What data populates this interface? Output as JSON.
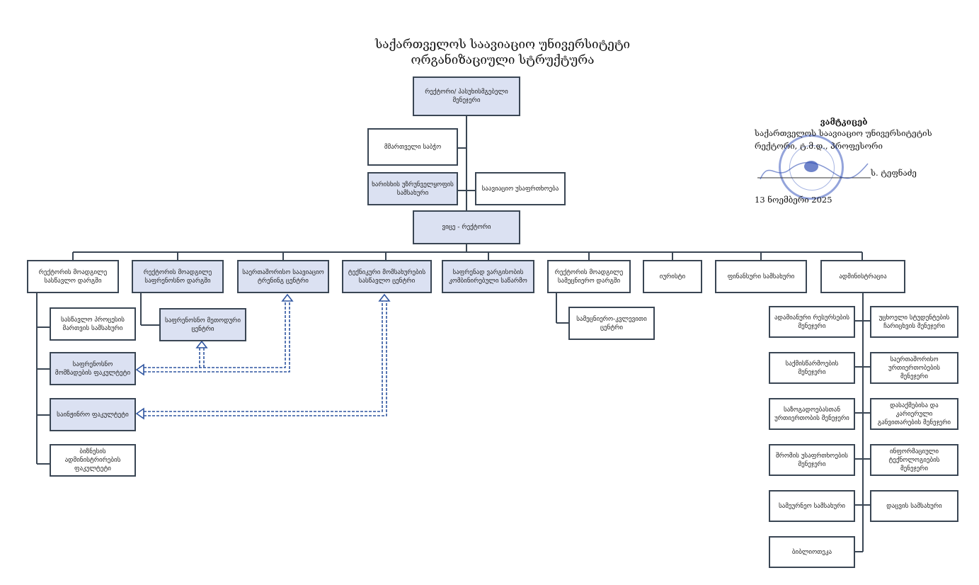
{
  "title": {
    "line1": "საქართველოს საავიაციო უნივერსიტეტი",
    "line2": "ორგანიზაციული სტრუქტურა"
  },
  "approval": {
    "heading": "ვამტკიცებ",
    "line1": "საქართველოს საავიაციო უნივერსიტეტის",
    "line2": "რექტორი, ტ.მ.დ., პროფესორი",
    "signatory": "ს. ტეფნაძე",
    "date": "13 ნოემბერი 2025"
  },
  "nodes": {
    "rector": "რექტორი/ პასუხისმგებელი მენეჯერი",
    "board": "მმართველი საბჭო",
    "quality": "ხარისხის უზრუნველყოფის სამსახური",
    "aviation_safety": "საავიაციო უსაფრთხოება",
    "vice_rector": "ვიცე - რექტორი",
    "level2": [
      {
        "label": "რექტორის მოადგილე სასწავლო დარგში",
        "highlighted": false
      },
      {
        "label": "რექტორის მოადგილე საფრენოსნო დარგში",
        "highlighted": true
      },
      {
        "label": "საერთაშორისო საავიაციო ტრენინგ ცენტრი",
        "highlighted": true
      },
      {
        "label": "ტექნიკური მომსახურების სასწავლო ცენტრი",
        "highlighted": true
      },
      {
        "label": "საფრენად ვარგისობის კომბინირებული საწარმო",
        "highlighted": true
      },
      {
        "label": "რექტორის მოადგილე სამეცნიერო დარგში",
        "highlighted": false
      },
      {
        "label": "იურისტი",
        "highlighted": false
      },
      {
        "label": "ფინანსური სამსახური",
        "highlighted": false
      },
      {
        "label": "ადმინისტრაცია",
        "highlighted": false
      }
    ],
    "education_children": [
      {
        "label": "სასწავლო პროცესის მართვის სამსახური",
        "highlighted": false
      },
      {
        "label": "საფრენოსნო მომზადების ფაკულტეტი",
        "highlighted": true
      },
      {
        "label": "საინჟინრო ფაკულტეტი",
        "highlighted": true
      },
      {
        "label": "ბიზნესის ადმინისტრირების ფაკულტეტი",
        "highlighted": false
      }
    ],
    "flight_method_center": "საფრენოსნო მეთოდური ცენტრი",
    "research_center": "სამეცნიერო-კვლევითი ცენტრი",
    "admin_left": [
      "ადამიანური რესურსების მენეჯერი",
      "საქმისწარმოების მენეჯერი",
      "საზოგადოებასთან ურთიერთობის მენეჯერი",
      "შრომის უსაფრთხოების მენეჯერი",
      "სამეურნეო სამსახური",
      "ბიბლიოთეკა"
    ],
    "admin_right": [
      "უცხოელი სტუდენტების ჩარიცხვის მენეჯერი",
      "საერთაშორისო ურთიერთობების მენეჯერი",
      "დასაქმებისა და კარიერული განვითარების მენეჯერი",
      "ინფორმაციული ტექნოლოგიების მენეჯერი",
      "დაცვის სამსახური"
    ]
  },
  "colors": {
    "line": "#3a4654",
    "highlight_fill": "#dbe1f2",
    "dashed_arrow": "#2f55a0"
  }
}
